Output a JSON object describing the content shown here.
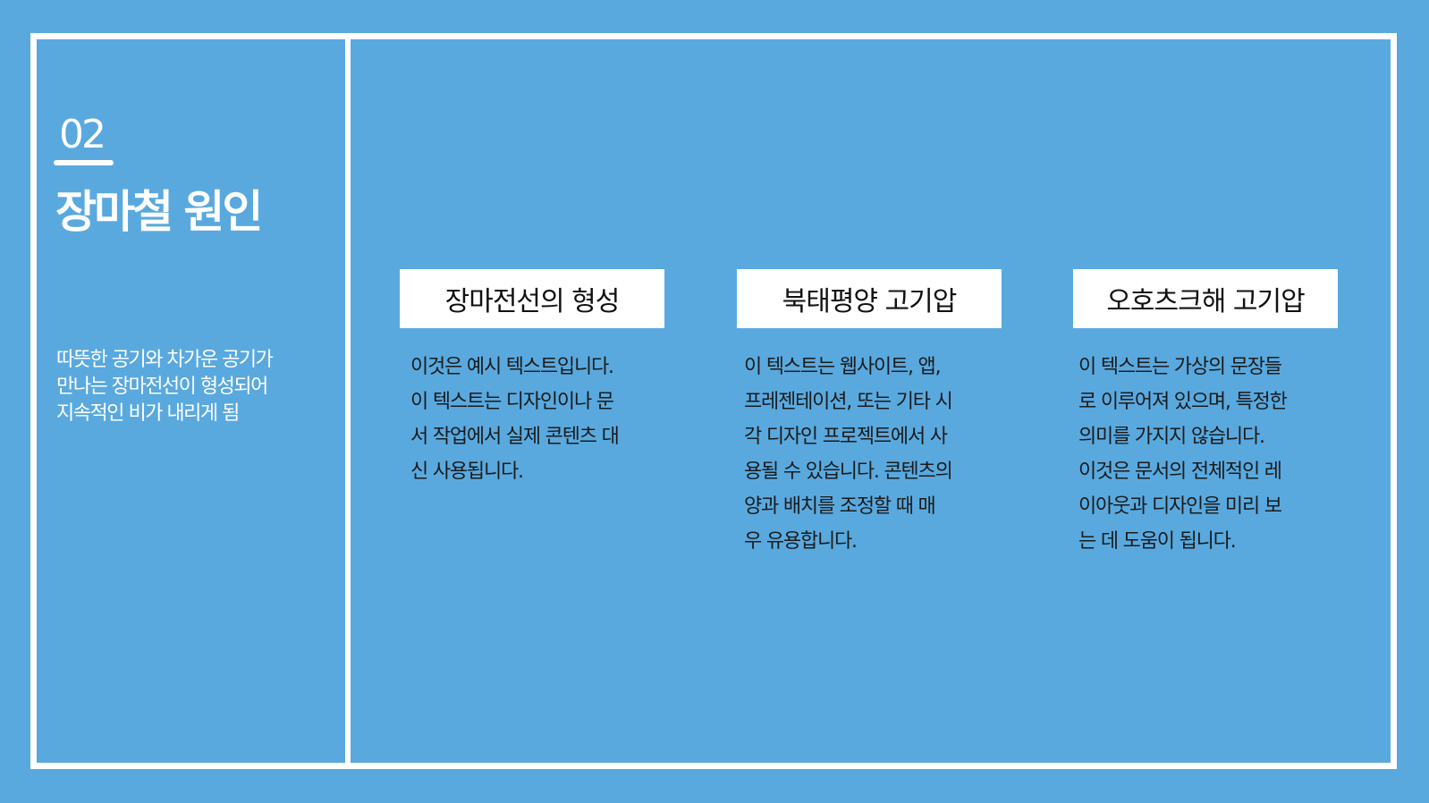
{
  "colors": {
    "background": "#59a9df",
    "frame": "#ffffff",
    "card_title_bg": "#ffffff",
    "body_text": "#1b1b1b"
  },
  "sidebar": {
    "section_number": "02",
    "section_title": "장마철 원인",
    "summary": "따뜻한 공기와 차가운 공기가\n 만나는 장마전선이 형성되어\n지속적인 비가 내리게 됨"
  },
  "cards": [
    {
      "title": "장마전선의 형성",
      "body": "이것은 예시 텍스트입니다.\n이 텍스트는 디자인이나 문\n서 작업에서 실제 콘텐츠 대\n신 사용됩니다."
    },
    {
      "title": "북태평양 고기압",
      "body": "이 텍스트는 웹사이트, 앱,\n프레젠테이션, 또는 기타 시\n각 디자인 프로젝트에서 사\n용될 수 있습니다. 콘텐츠의\n 양과 배치를 조정할 때 매\n우 유용합니다."
    },
    {
      "title": "오호츠크해 고기압",
      "body": " 이 텍스트는 가상의 문장들\n로 이루어져 있으며, 특정한\n 의미를 가지지 않습니다.\n이것은 문서의 전체적인 레\n이아웃과 디자인을 미리 보\n는 데 도움이 됩니다."
    }
  ]
}
